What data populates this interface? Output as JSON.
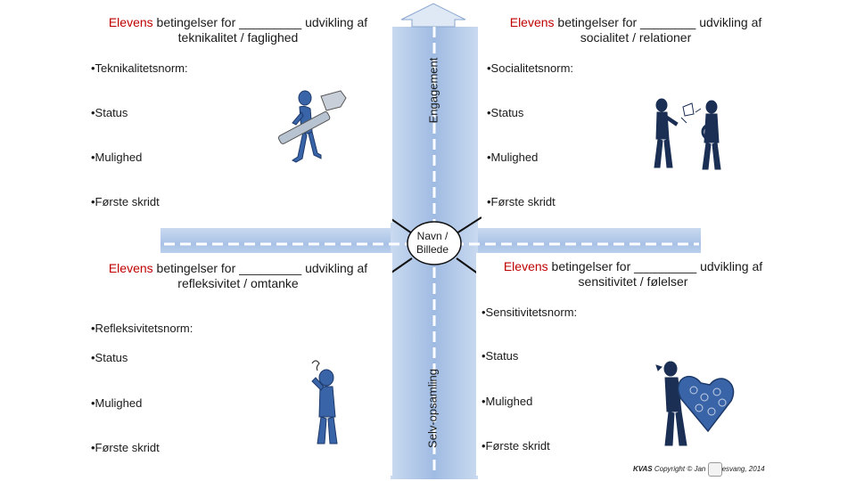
{
  "axes": {
    "vertical_top_label": "Engagement",
    "vertical_bottom_label": "Selv-opsamling"
  },
  "center": {
    "line1": "Navn /",
    "line2": "Billede"
  },
  "quadrants": {
    "top_left": {
      "title_highlight": "Elevens",
      "title_rest": " betingelser for _________ udvikling af",
      "title_line2": "teknikalitet / faglighed",
      "items": [
        "•Teknikalitetsnorm:",
        "•Status",
        "•Mulighed",
        "•Første skridt"
      ]
    },
    "top_right": {
      "title_highlight": "Elevens",
      "title_rest": " betingelser for ________ udvikling af",
      "title_line2": "socialitet / relationer",
      "items": [
        "•Socialitetsnorm:",
        "•Status",
        "•Mulighed",
        "•Første skridt"
      ]
    },
    "bottom_left": {
      "title_highlight": "Elevens",
      "title_rest": " betingelser for _________ udvikling af",
      "title_line2": "refleksivitet / omtanke",
      "items": [
        "•Refleksivitetsnorm:",
        "•Status",
        "•Mulighed",
        "•Første skridt"
      ]
    },
    "bottom_right": {
      "title_highlight": "Elevens",
      "title_rest": " betingelser for _________ udvikling af",
      "title_line2": "sensitivitet / følelser",
      "items": [
        "•Sensitivitetsnorm:",
        "•Status",
        "•Mulighed",
        "•Første skridt"
      ]
    }
  },
  "copyright": {
    "brand": "KVAS",
    "text": " Copyright © Jan ",
    "text_end": "esvang, 2014"
  },
  "colors": {
    "blue_band": "#b7cde8",
    "blue_dark": "#5f86c0",
    "highlight_red": "#c00000",
    "figure_blue": "#3a64a8"
  }
}
